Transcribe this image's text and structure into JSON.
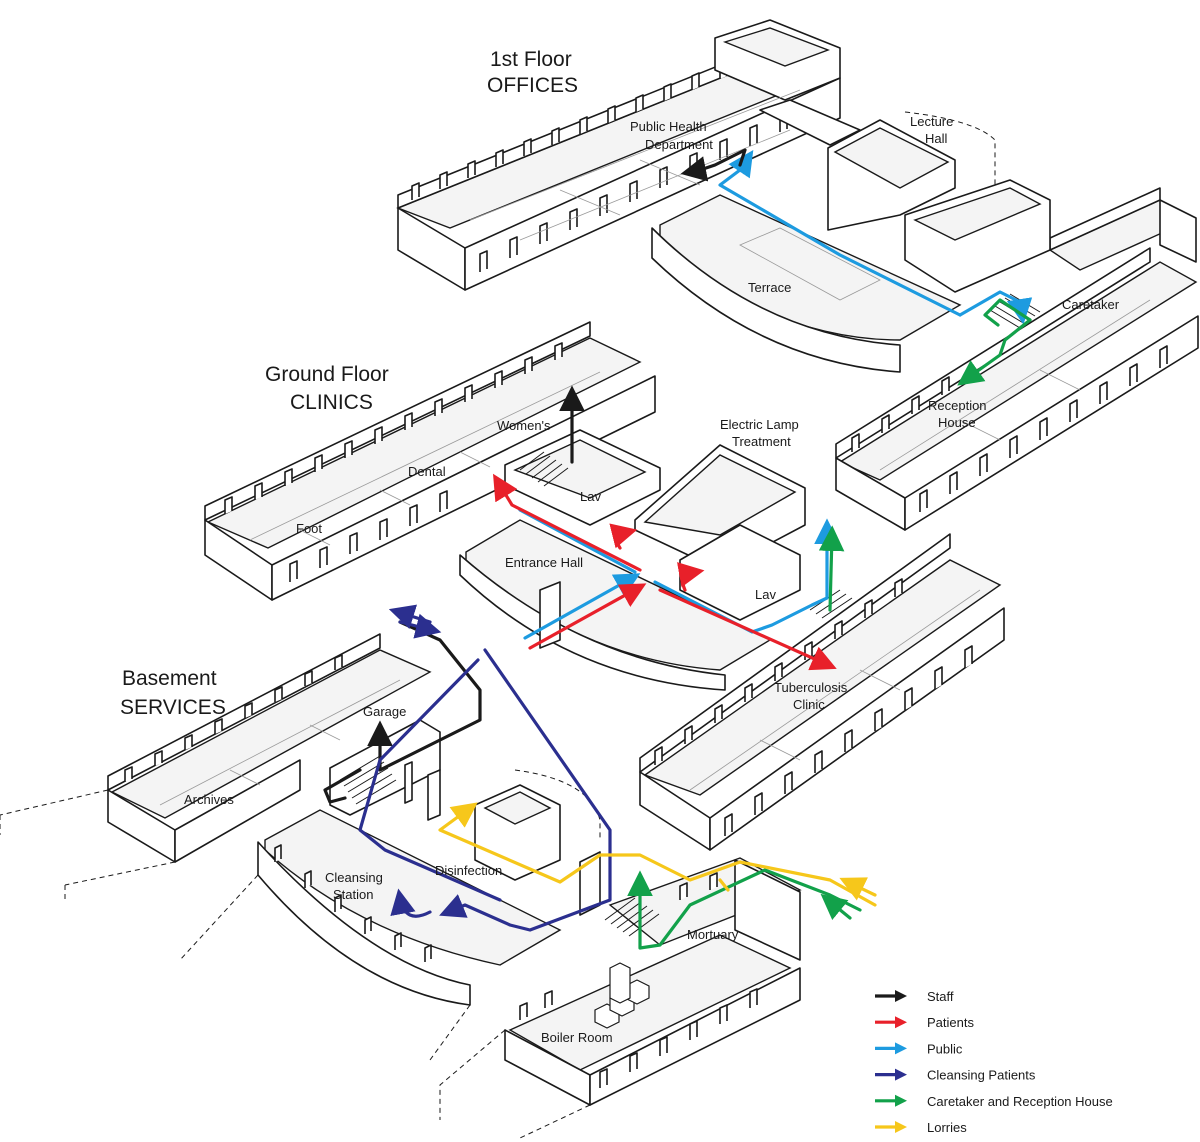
{
  "floors": {
    "first": {
      "line1": "1st Floor",
      "line2": "OFFICES"
    },
    "ground": {
      "line1": "Ground Floor",
      "line2": "CLINICS"
    },
    "basement": {
      "line1": "Basement",
      "line2": "SERVICES"
    }
  },
  "rooms": {
    "public_health_1": "Public Health",
    "public_health_2": "Department",
    "lecture_hall_1": "Lecture",
    "lecture_hall_2": "Hall",
    "terrace": "Terrace",
    "caretaker": "Caretaker",
    "reception_1": "Reception",
    "reception_2": "House",
    "womens": "Women's",
    "dental": "Dental",
    "foot": "Foot",
    "lav_upper": "Lav",
    "electric_1": "Electric Lamp",
    "electric_2": "Treatment",
    "entrance_hall": "Entrance Hall",
    "lav_lower": "Lav",
    "tb_1": "Tuberculosis",
    "tb_2": "Clinic",
    "garage": "Garage",
    "archives": "Archives",
    "cleansing_1": "Cleansing",
    "cleansing_2": "Station",
    "disinfection": "Disinfection",
    "mortuary": "Mortuary",
    "boiler_room": "Boiler Room"
  },
  "legend": [
    {
      "label": "Staff",
      "color": "#1a1a1a"
    },
    {
      "label": "Patients",
      "color": "#e8202a"
    },
    {
      "label": "Public",
      "color": "#1d9be0"
    },
    {
      "label": "Cleansing Patients",
      "color": "#2b2f8f"
    },
    {
      "label": "Caretaker and Reception House",
      "color": "#12a14a"
    },
    {
      "label": "Lorries",
      "color": "#f6c71b"
    }
  ]
}
